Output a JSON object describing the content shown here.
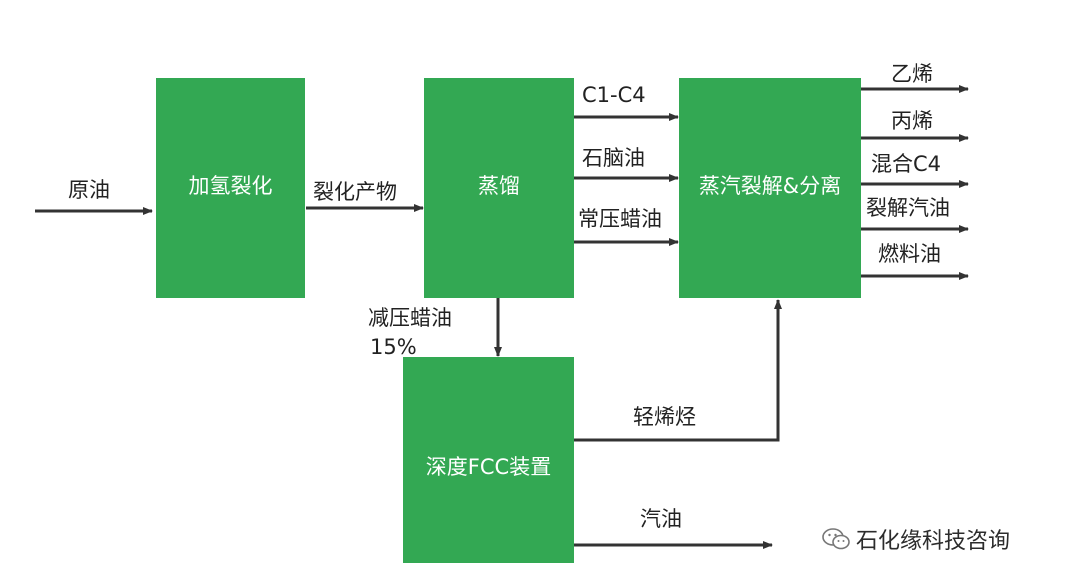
{
  "diagram": {
    "title": "",
    "nodes": {
      "hydrocracking": "加氢裂化",
      "distillation": "蒸馏",
      "steam_cracking": "蒸汽裂解&分离",
      "deep_fcc": "深度FCC装置"
    },
    "edge_labels": {
      "crude_oil": "原油",
      "cracked_products": "裂化产物",
      "c1_c4": "C1-C4",
      "naphtha": "石脑油",
      "atmospheric_wax_oil": "常压蜡油",
      "vacuum_wax_oil": "减压蜡油",
      "vacuum_wax_oil_share": "15%",
      "light_olefins": "轻烯烃",
      "gasoline": "汽油"
    },
    "products": {
      "ethylene": "乙烯",
      "propylene": "丙烯",
      "mixed_c4": "混合C4",
      "pyrolysis_gasoline": "裂解汽油",
      "fuel_oil": "燃料油"
    },
    "watermark": "石化缘科技咨询",
    "colors": {
      "box_fill": "#33a853",
      "box_text": "#ffffff",
      "line": "#333333",
      "text": "#222222"
    }
  }
}
